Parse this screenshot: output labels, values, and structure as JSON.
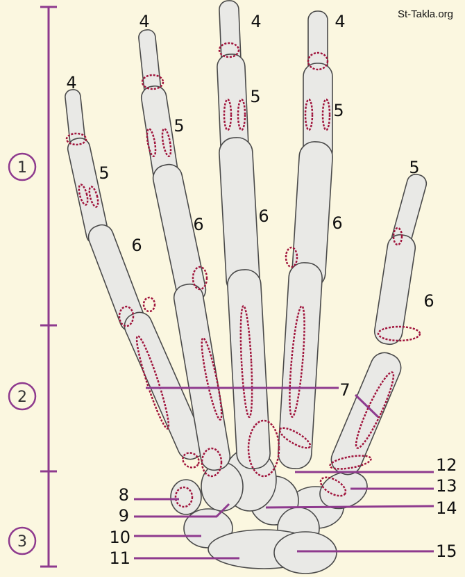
{
  "watermark": "St-Takla.org",
  "regions": [
    {
      "label": "1"
    },
    {
      "label": "2"
    },
    {
      "label": "3"
    }
  ],
  "finger_labels": {
    "distal": "4",
    "middle": "5",
    "proximal": "6"
  },
  "thumb_labels": {
    "distal": "5",
    "proximal": "6"
  },
  "callouts": [
    "7",
    "8",
    "9",
    "10",
    "11",
    "12",
    "13",
    "14",
    "15"
  ],
  "colors": {
    "background": "#fbf7e0",
    "accent": "#8e3a8e",
    "articular": "#a0143c",
    "bone": "#e9e9e6",
    "outline": "#4a4a4a"
  }
}
